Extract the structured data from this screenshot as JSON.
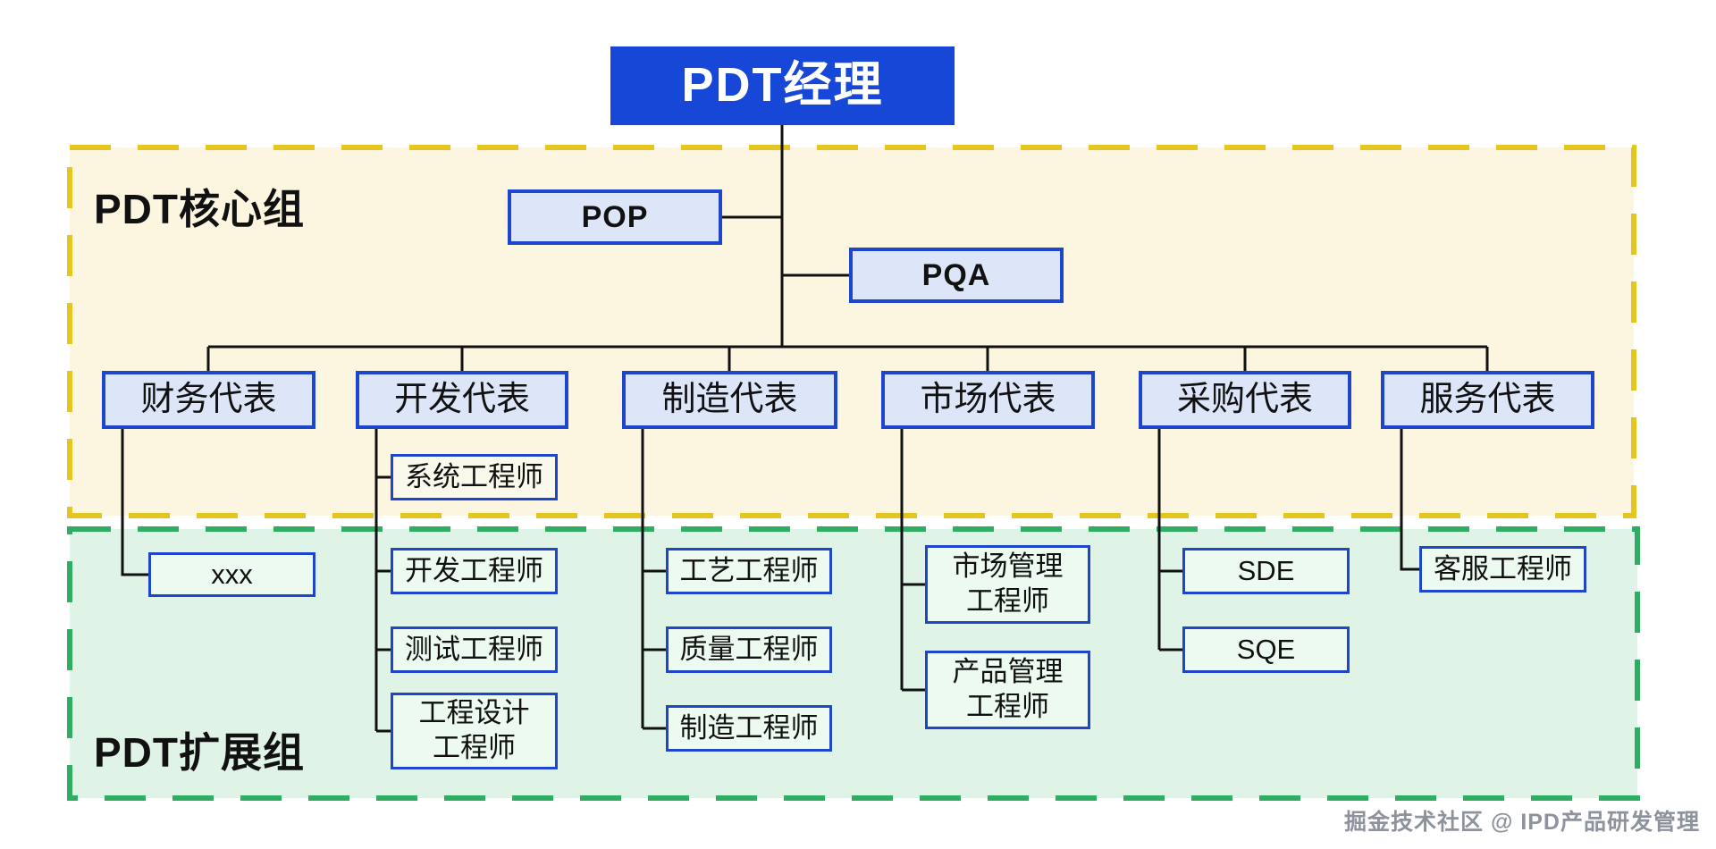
{
  "title_box": {
    "label": "PDT经理"
  },
  "regions": {
    "core": {
      "label": "PDT核心组",
      "bg": "#fcf6e0",
      "border": "#e5c51f"
    },
    "extended": {
      "label": "PDT扩展组",
      "bg": "#dff4e6",
      "border": "#2fad63"
    }
  },
  "staff_boxes": [
    {
      "label": "POP"
    },
    {
      "label": "PQA"
    }
  ],
  "rep_boxes": [
    {
      "label": "财务代表"
    },
    {
      "label": "开发代表"
    },
    {
      "label": "制造代表"
    },
    {
      "label": "市场代表"
    },
    {
      "label": "采购代表"
    },
    {
      "label": "服务代表"
    }
  ],
  "member_boxes": [
    {
      "label": "xxx"
    },
    {
      "label": "系统工程师"
    },
    {
      "label": "开发工程师"
    },
    {
      "label": "测试工程师"
    },
    {
      "label": "工程设计\n工程师"
    },
    {
      "label": "工艺工程师"
    },
    {
      "label": "质量工程师"
    },
    {
      "label": "制造工程师"
    },
    {
      "label": "市场管理\n工程师"
    },
    {
      "label": "产品管理\n工程师"
    },
    {
      "label": "SDE"
    },
    {
      "label": "SQE"
    },
    {
      "label": "客服工程师"
    }
  ],
  "watermark": {
    "text": "掘金技术社区 @ IPD产品研发管理"
  },
  "colors": {
    "root_fill": "#1747d6",
    "root_text": "#ffffff",
    "box_border": "#1d46cc",
    "box_fill_blue": "#dde5f8",
    "member_fill_core": "#fbf9ec",
    "member_fill_extended": "#edfaf0",
    "core_region_bg": "#fcf6e0",
    "core_region_border": "#e5c51f",
    "extended_region_bg": "#dff4e6",
    "extended_region_border": "#2fad63",
    "connector": "#111111"
  }
}
